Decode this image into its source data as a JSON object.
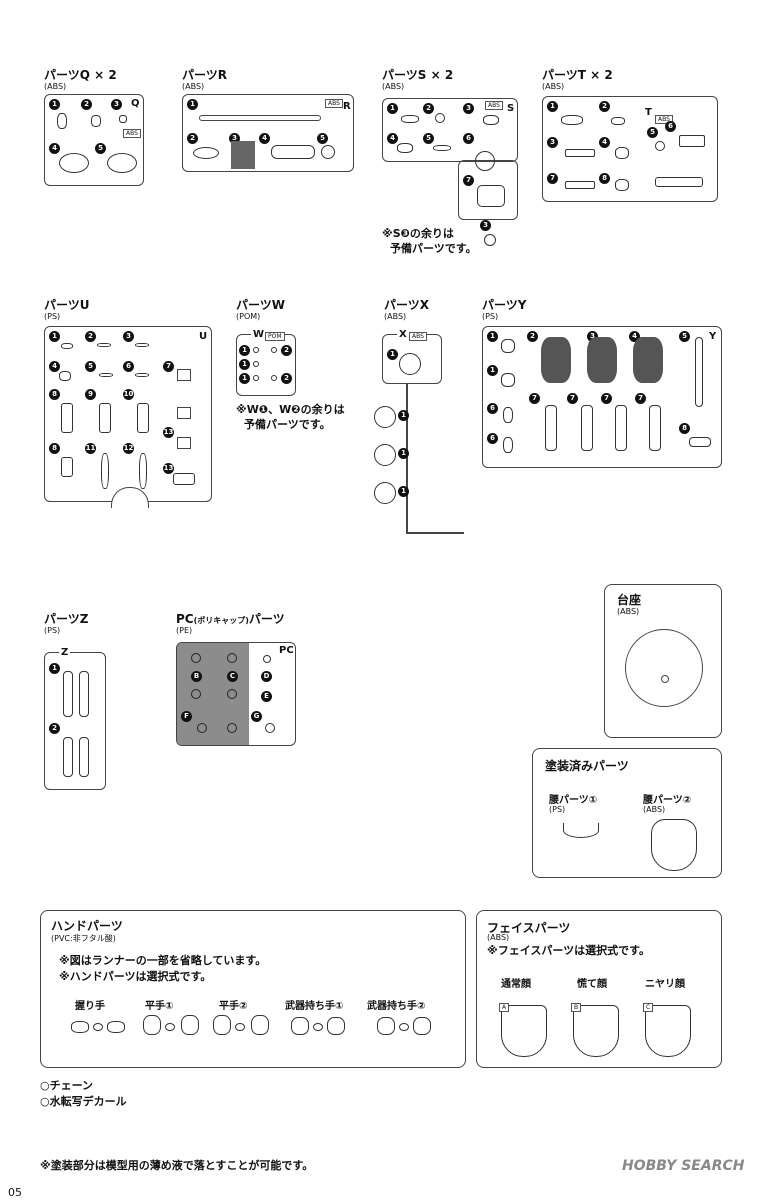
{
  "runners": {
    "Q": {
      "title": "パーツQ × 2",
      "material": "(ABS)",
      "letter": "Q",
      "tag": "ABS"
    },
    "R": {
      "title": "パーツR",
      "material": "(ABS)",
      "letter": "R",
      "tag": "ABS"
    },
    "S": {
      "title": "パーツS × 2",
      "material": "(ABS)",
      "letter": "S",
      "tag": "ABS",
      "note_line1": "※S❸の余りは",
      "note_line2": "予備パーツです。"
    },
    "T": {
      "title": "パーツT × 2",
      "material": "(ABS)",
      "letter": "T",
      "tag": "ABS"
    },
    "U": {
      "title": "パーツU",
      "material": "(PS)",
      "letter": "U"
    },
    "W": {
      "title": "パーツW",
      "material": "(POM)",
      "letter": "W",
      "tag": "POM",
      "note_line1": "※W❶、W❷の余りは",
      "note_line2": "予備パーツです。"
    },
    "X": {
      "title": "パーツX",
      "material": "(ABS)",
      "letter": "X",
      "tag": "ABS"
    },
    "Y": {
      "title": "パーツY",
      "material": "(PS)",
      "letter": "Y"
    },
    "Z": {
      "title": "パーツZ",
      "material": "(PS)",
      "letter": "Z"
    },
    "PC": {
      "title_main": "PC",
      "title_small": "(ポリキャップ)",
      "title_suffix": "パーツ",
      "material": "(PE)",
      "letter": "PC"
    }
  },
  "numbers": {
    "n1": "1",
    "n2": "2",
    "n3": "3",
    "n4": "4",
    "n5": "5",
    "n6": "6",
    "n7": "7",
    "n8": "8",
    "n9": "9",
    "n10": "10",
    "n11": "11",
    "n12": "12",
    "n13": "13"
  },
  "pc_letters": {
    "B": "B",
    "C": "C",
    "D": "D",
    "E": "E",
    "F": "F",
    "G": "G"
  },
  "base": {
    "title": "台座",
    "material": "(ABS)"
  },
  "painted": {
    "title": "塗装済みパーツ",
    "waist1_label": "腰パーツ①",
    "waist1_material": "(PS)",
    "waist2_label": "腰パーツ②",
    "waist2_material": "(ABS)"
  },
  "hands": {
    "title": "ハンドパーツ",
    "material": "(PVC:非フタル酸)",
    "note1": "※図はランナーの一部を省略しています。",
    "note2": "※ハンドパーツは選択式です。",
    "items": [
      "握り手",
      "平手①",
      "平手②",
      "武器持ち手①",
      "武器持ち手②"
    ]
  },
  "face": {
    "title": "フェイスパーツ",
    "material": "(ABS)",
    "note": "※フェイスパーツは選択式です。",
    "items": [
      "通常顔",
      "慌て顔",
      "ニヤリ顔"
    ],
    "tags": [
      "A",
      "B",
      "C"
    ]
  },
  "extras": {
    "chain": "○チェーン",
    "decal": "○水転写デカール"
  },
  "footer_note": "※塗装部分は模型用の薄め液で落とすことが可能です。",
  "page_number": "05",
  "watermark": "HOBBY SEARCH"
}
